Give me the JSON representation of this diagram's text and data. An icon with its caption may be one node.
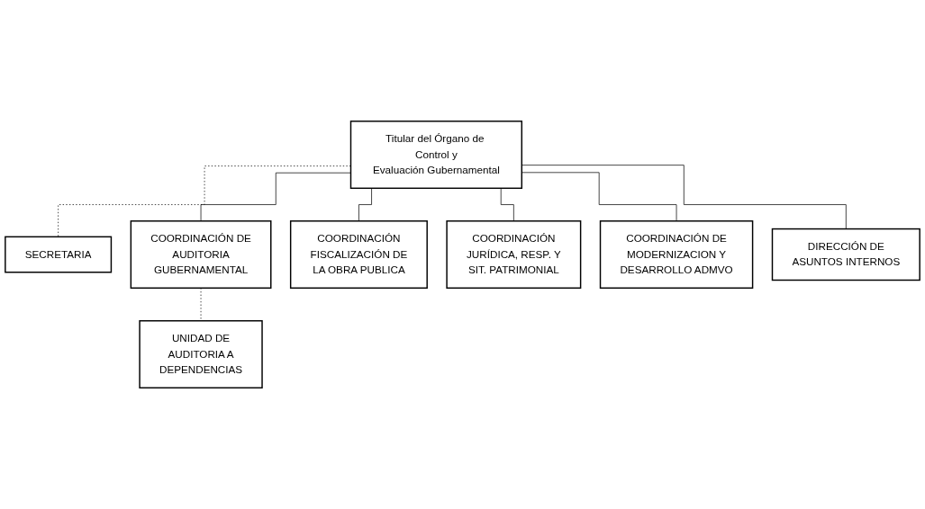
{
  "diagram": {
    "nodes": [
      {
        "text": [
          "Titular del Órgano de Control y Evaluación Gubernamental"
        ]
      },
      {
        "text": [
          "SECRETARIA"
        ]
      },
      {
        "text": [
          "COORDINACIÓN DE AUDITORIA GUBERNAMENTAL"
        ]
      },
      {
        "text": [
          "COORDINACIÓN FISCALIZACIÓN DE LA OBRA PUBLICA"
        ]
      },
      {
        "text": [
          "COORDINACIÓN JURÍDICA, RESP. Y SIT. PATRIMONIAL"
        ]
      },
      {
        "text": [
          "COORDINACIÓN DE MODERNIZACION Y DESARROLLO ADMVO"
        ]
      },
      {
        "text": [
          "DIRECCIÓN DE ASUNTOS INTERNOS"
        ]
      },
      {
        "text": [
          "UNIDAD DE AUDITORIA A DEPENDENCIAS"
        ]
      }
    ],
    "edges": [
      {
        "from": 0,
        "to": 1,
        "arrow": "none",
        "style": "dashed"
      },
      {
        "from": 0,
        "to": 2,
        "arrow": "none"
      },
      {
        "from": 0,
        "to": 3,
        "arrow": "none"
      },
      {
        "from": 0,
        "to": 4,
        "arrow": "none"
      },
      {
        "from": 0,
        "to": 5,
        "arrow": "none"
      },
      {
        "from": 0,
        "to": 6,
        "arrow": "none"
      },
      {
        "from": 2,
        "to": 7,
        "arrow": "none",
        "style": "dashed"
      }
    ]
  }
}
